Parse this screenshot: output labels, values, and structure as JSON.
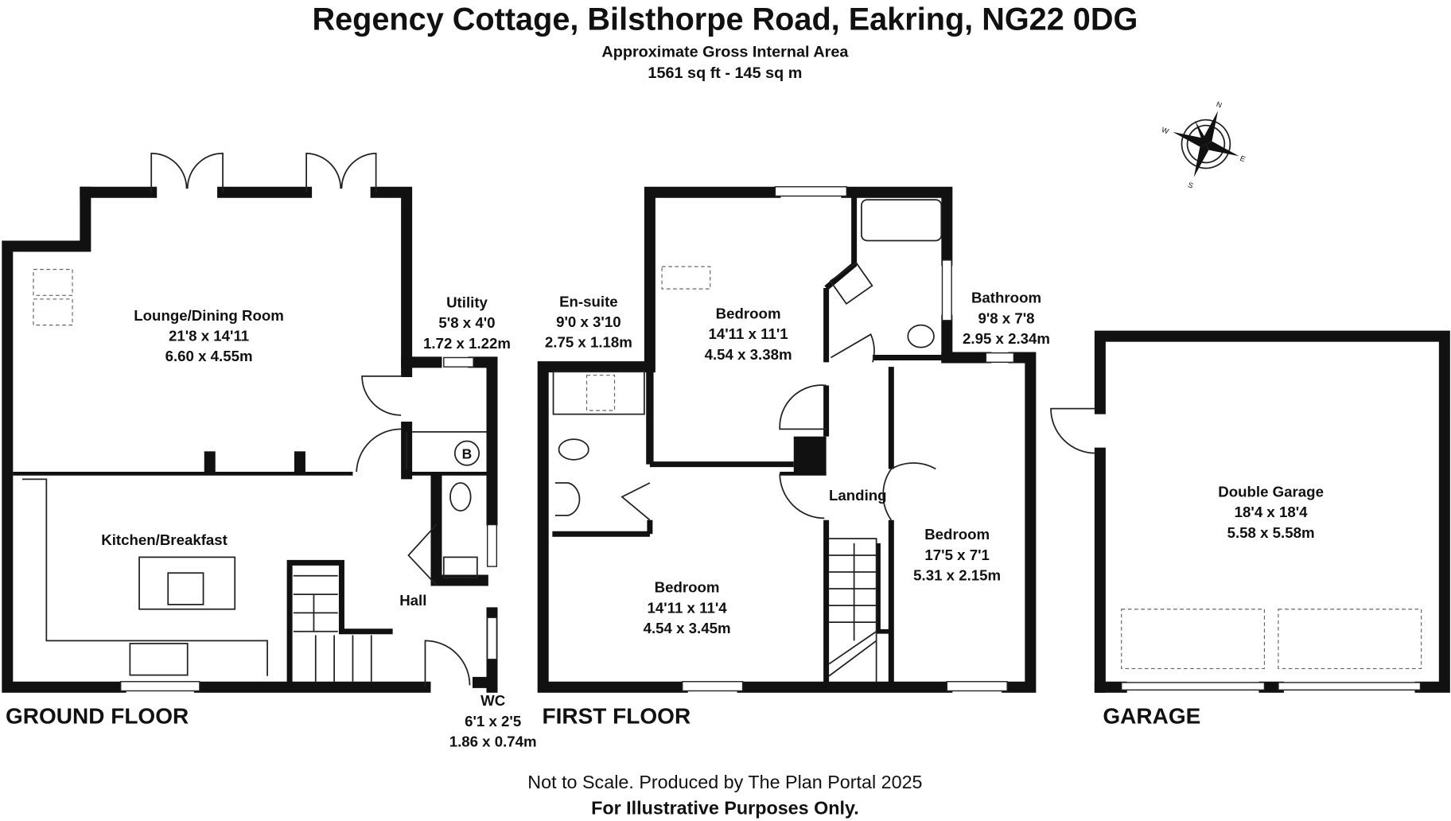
{
  "header": {
    "title": "Regency Cottage, Bilsthorpe Road, Eakring, NG22 0DG",
    "area_label": "Approximate Gross Internal Area",
    "area_value": "1561 sq ft - 145 sq m"
  },
  "compass": {
    "n": "N",
    "e": "E",
    "s": "S",
    "w": "W"
  },
  "ground_floor": {
    "label": "GROUND FLOOR",
    "rooms": [
      {
        "name": "Lounge/Dining Room",
        "imperial": "21'8 x 14'11",
        "metric": "6.60 x 4.55m"
      },
      {
        "name": "Utility",
        "imperial": "5'8 x 4'0",
        "metric": "1.72 x 1.22m"
      },
      {
        "name": "Kitchen/Breakfast"
      },
      {
        "name": "Hall"
      },
      {
        "name": "WC",
        "imperial": "6'1 x 2'5",
        "metric": "1.86 x 0.74m"
      }
    ],
    "boiler_label": "B"
  },
  "first_floor": {
    "label": "FIRST FLOOR",
    "rooms": [
      {
        "name": "En-suite",
        "imperial": "9'0 x 3'10",
        "metric": "2.75 x 1.18m"
      },
      {
        "name": "Bedroom",
        "imperial": "14'11 x 11'1",
        "metric": "4.54 x 3.38m"
      },
      {
        "name": "Bathroom",
        "imperial": "9'8 x 7'8",
        "metric": "2.95 x 2.34m"
      },
      {
        "name": "Landing"
      },
      {
        "name": "Bedroom",
        "imperial": "17'5 x 7'1",
        "metric": "5.31 x 2.15m"
      },
      {
        "name": "Bedroom",
        "imperial": "14'11 x 11'4",
        "metric": "4.54 x 3.45m"
      }
    ]
  },
  "garage": {
    "label": "GARAGE",
    "rooms": [
      {
        "name": "Double Garage",
        "imperial": "18'4 x 18'4",
        "metric": "5.58 x 5.58m"
      }
    ]
  },
  "footer": {
    "line1": "Not to Scale. Produced by The Plan Portal 2025",
    "line2": "For Illustrative Purposes Only."
  }
}
